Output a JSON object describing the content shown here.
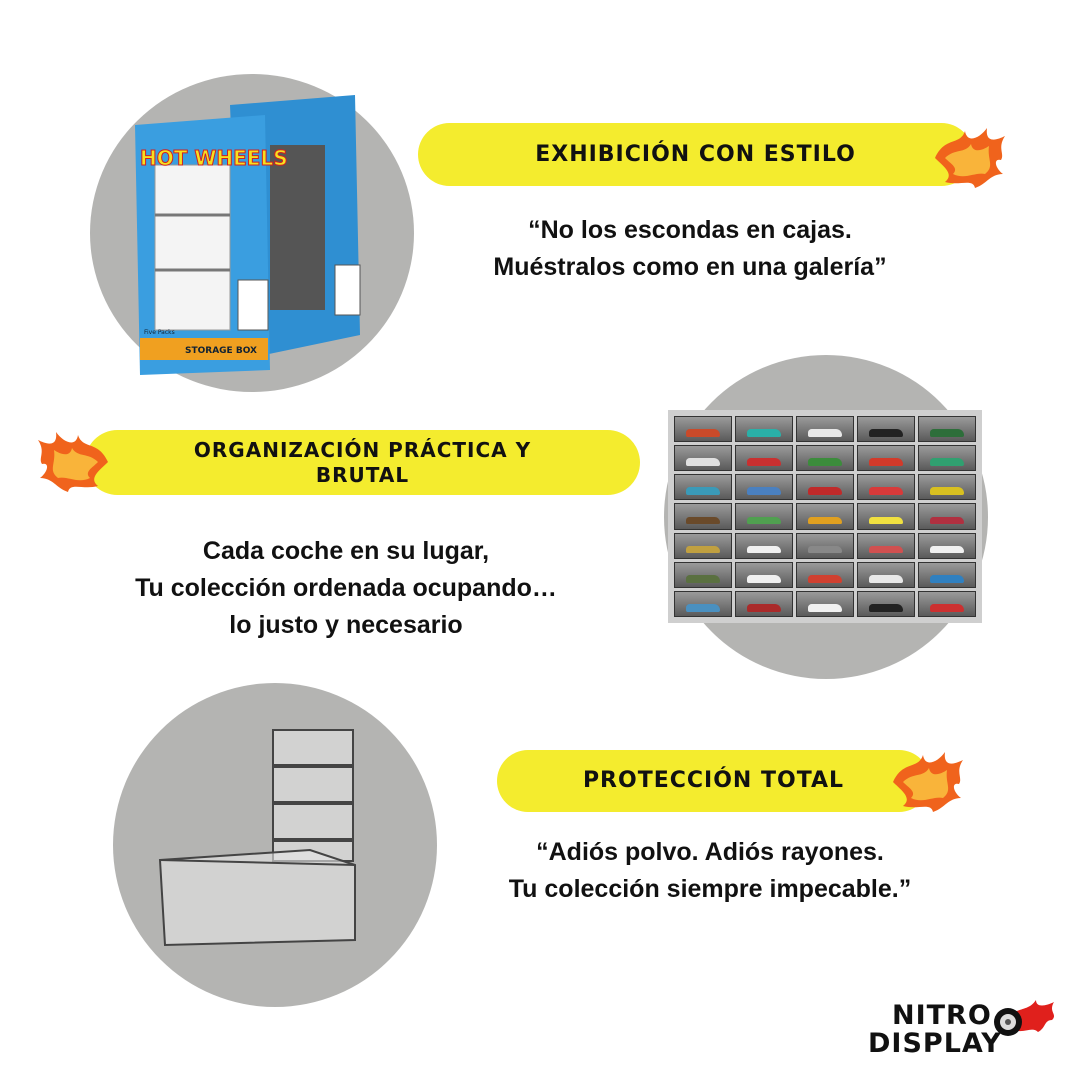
{
  "sections": [
    {
      "title": "EXHIBICIÓN CON ESTILO",
      "lines": [
        "“No los escondas en cajas.",
        "Muéstralos como en una galería”"
      ],
      "image": "hot-wheels-storage-boxes"
    },
    {
      "title_lines": [
        "ORGANIZACIÓN PRÁCTICA Y",
        "BRUTAL"
      ],
      "lines": [
        "Cada coche en su lugar,",
        "Tu colección ordenada ocupando…",
        "lo justo y necesario"
      ],
      "image": "display-rack-with-cars"
    },
    {
      "title": "PROTECCIÓN TOTAL",
      "lines": [
        "“Adiós polvo. Adiós rayones.",
        "Tu colección siempre impecable.”"
      ],
      "image": "stacked-acrylic-cases"
    }
  ],
  "box_labels": {
    "brand": "HOT WHEELS",
    "storage": "STORAGE BOX",
    "five": "Five Packs"
  },
  "logo": {
    "line1": "NITRO",
    "line2": "DISPLAY"
  },
  "colors": {
    "pill": "#f4ec2e",
    "circle": "#b4b4b2",
    "flame": "#f0631c",
    "text": "#111111"
  },
  "car_colors": [
    "#c94a2a",
    "#2ab0a8",
    "#e8e8e8",
    "#222222",
    "#2d6e3a",
    "#e0e0e0",
    "#c93030",
    "#3c8c3c",
    "#d23a2a",
    "#30a070",
    "#3a9ab8",
    "#4a80c0",
    "#c02a2a",
    "#d83a3a",
    "#d8c020",
    "#6a4a2a",
    "#50a050",
    "#e0a020",
    "#f0e040",
    "#b03040",
    "#c0a040",
    "#f0f0f0",
    "#888888",
    "#d05050",
    "#f0f0f0",
    "#5a7040",
    "#f0f0f0",
    "#d04030",
    "#e8e8e8",
    "#3080c0",
    "#4a90c0",
    "#aa2a2a",
    "#f0f0f0",
    "#222222",
    "#cc3030"
  ]
}
